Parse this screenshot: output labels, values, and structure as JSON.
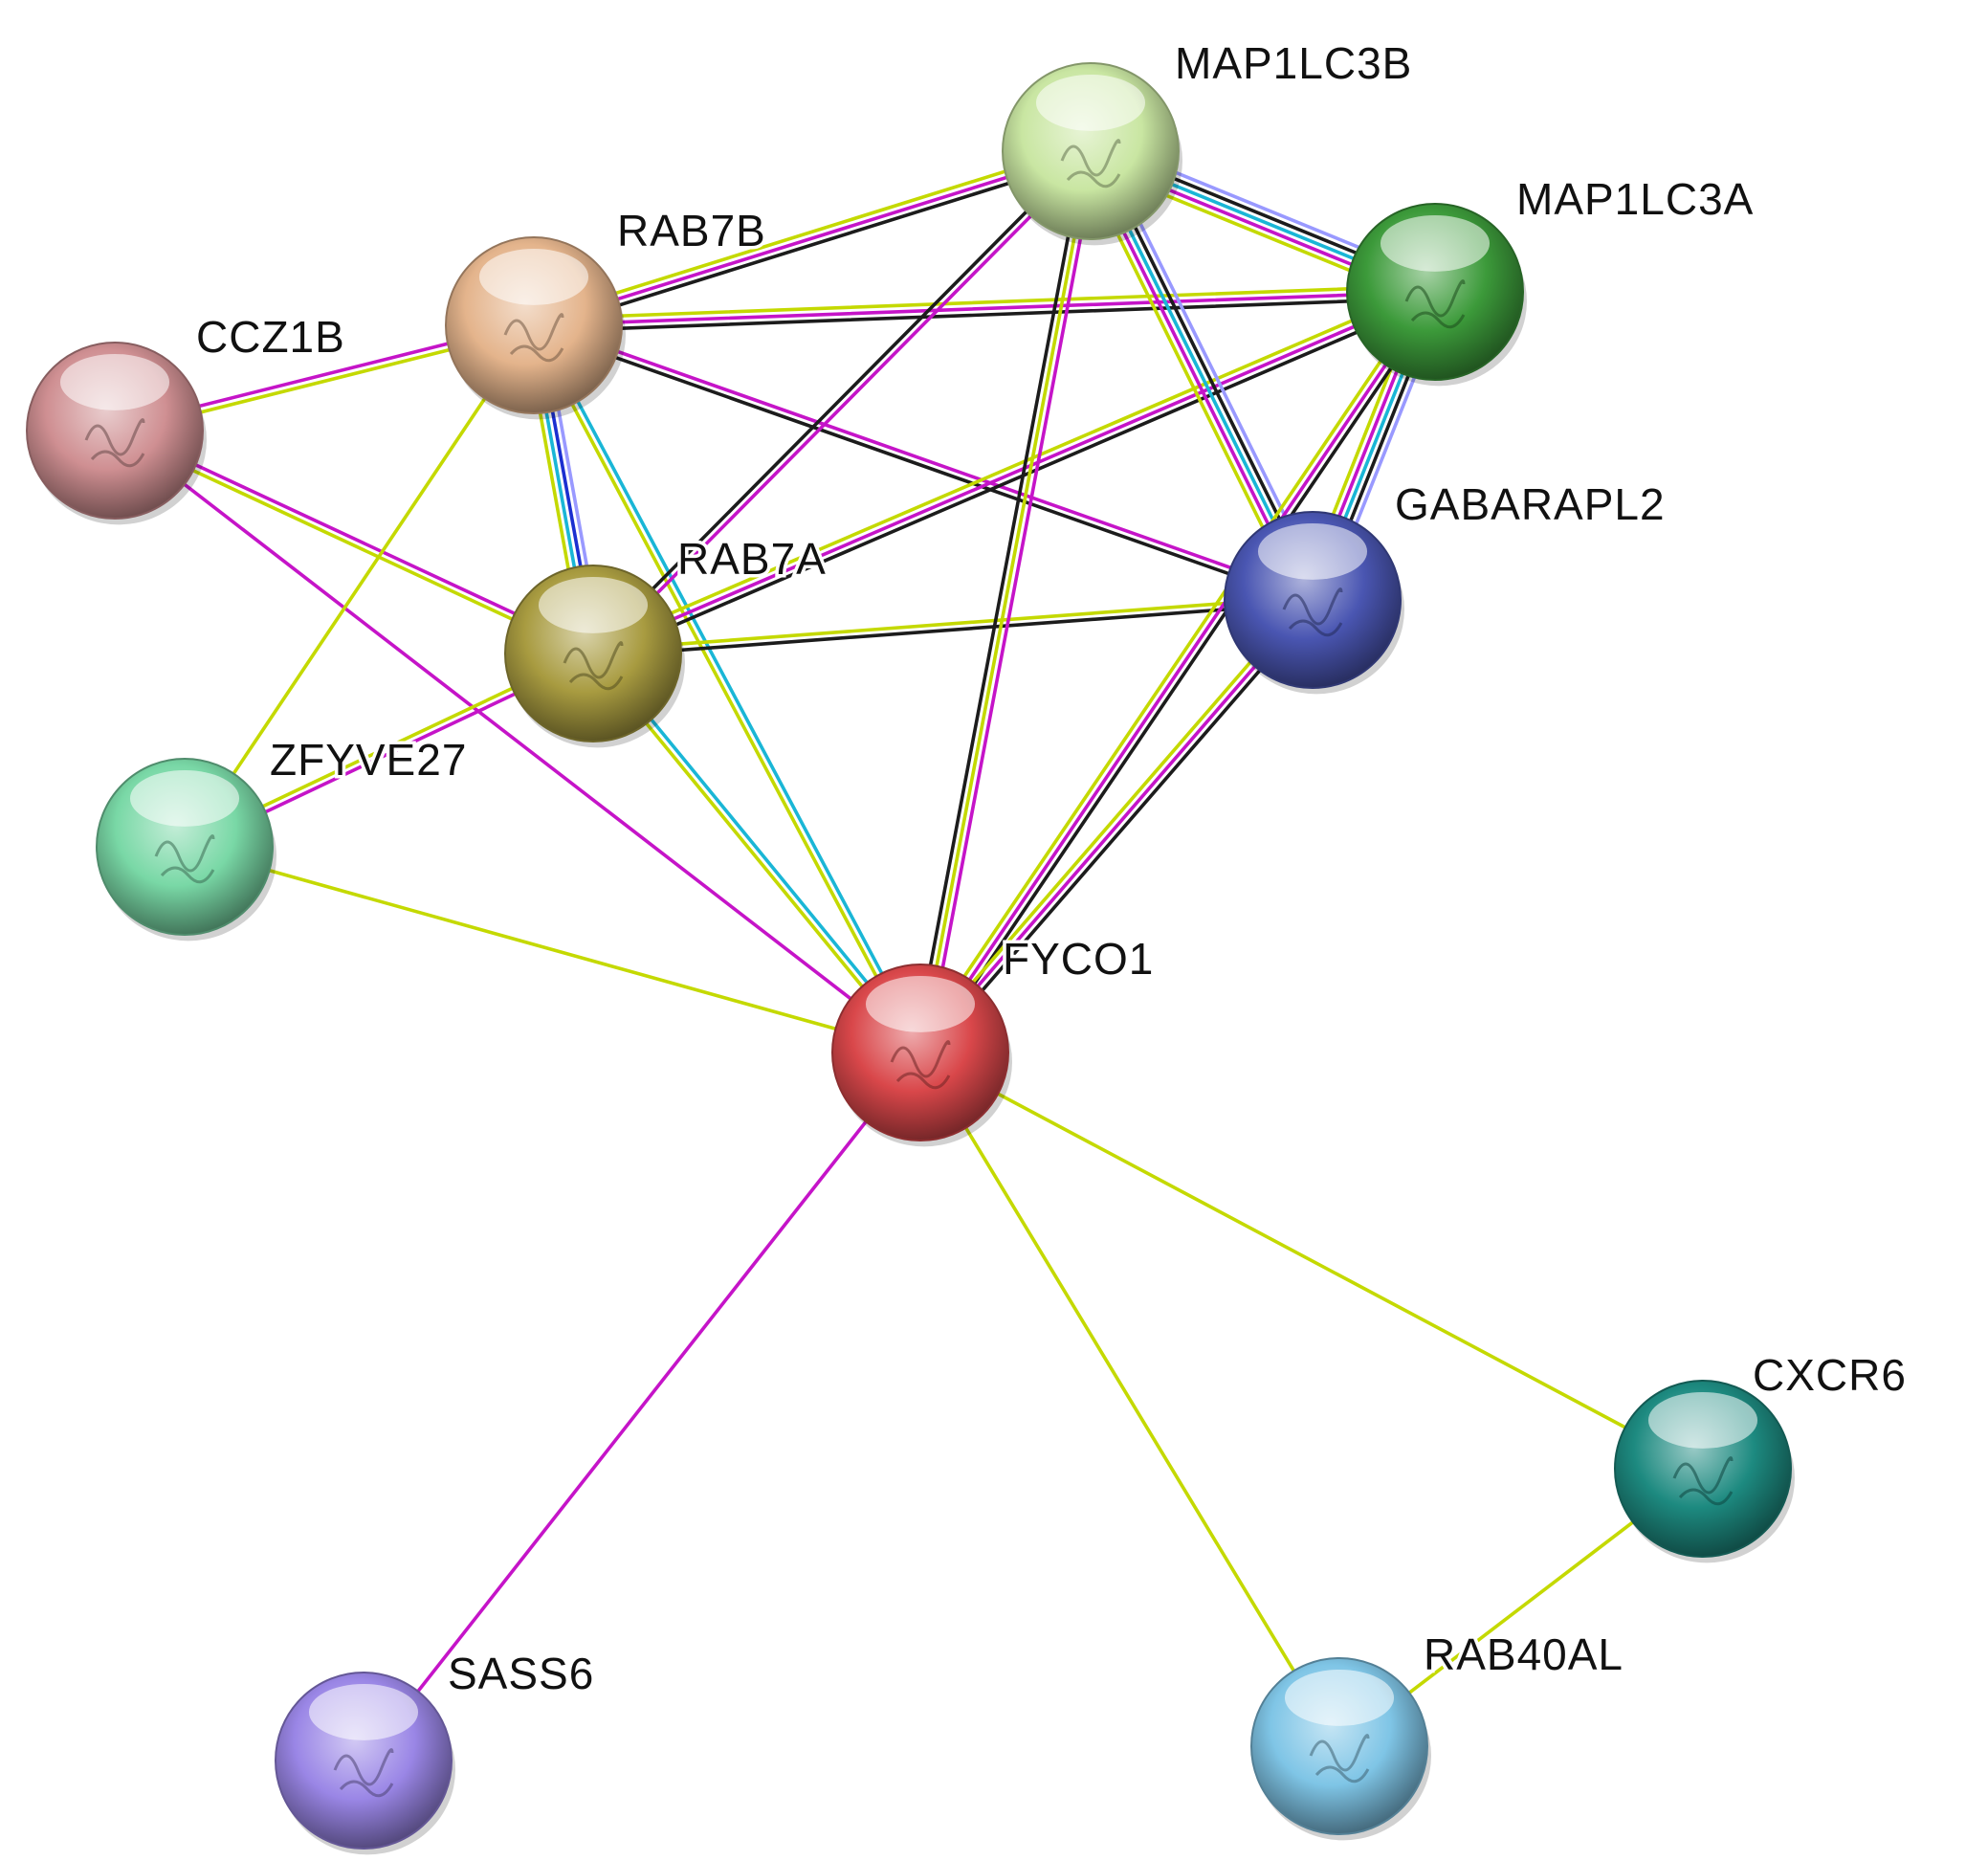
{
  "network": {
    "nodes": [
      {
        "id": "MAP1LC3B",
        "label": "MAP1LC3B",
        "color": "#c9e6a2"
      },
      {
        "id": "MAP1LC3A",
        "label": "MAP1LC3A",
        "color": "#3c9a3a"
      },
      {
        "id": "RAB7B",
        "label": "RAB7B",
        "color": "#e4b48c"
      },
      {
        "id": "CCZ1B",
        "label": "CCZ1B",
        "color": "#cf8f92"
      },
      {
        "id": "GABARAPL2",
        "label": "GABARAPL2",
        "color": "#4a56b2"
      },
      {
        "id": "RAB7A",
        "label": "RAB7A",
        "color": "#a89b40"
      },
      {
        "id": "ZFYVE27",
        "label": "ZFYVE27",
        "color": "#79d8a6"
      },
      {
        "id": "FYCO1",
        "label": "FYCO1",
        "color": "#d9474a"
      },
      {
        "id": "CXCR6",
        "label": "CXCR6",
        "color": "#1d8a80"
      },
      {
        "id": "SASS6",
        "label": "SASS6",
        "color": "#9a86e6"
      },
      {
        "id": "RAB40AL",
        "label": "RAB40AL",
        "color": "#7fc5e6"
      }
    ],
    "edge_colors": {
      "textmining": "#c4d900",
      "experiments": "#c514c8",
      "coexpression": "#1c1c1c",
      "database": "#1ab6d6",
      "homology": "#9999ff",
      "neighborhood": "#1b2fd0"
    },
    "edges": [
      {
        "source": "CCZ1B",
        "target": "RAB7B",
        "types": [
          "experiments",
          "textmining"
        ]
      },
      {
        "source": "CCZ1B",
        "target": "RAB7A",
        "types": [
          "experiments",
          "textmining"
        ]
      },
      {
        "source": "CCZ1B",
        "target": "FYCO1",
        "types": [
          "experiments"
        ]
      },
      {
        "source": "RAB7B",
        "target": "MAP1LC3B",
        "types": [
          "textmining",
          "experiments",
          "coexpression"
        ]
      },
      {
        "source": "RAB7B",
        "target": "MAP1LC3A",
        "types": [
          "textmining",
          "experiments",
          "coexpression"
        ]
      },
      {
        "source": "RAB7B",
        "target": "GABARAPL2",
        "types": [
          "experiments",
          "coexpression"
        ]
      },
      {
        "source": "RAB7B",
        "target": "RAB7A",
        "types": [
          "homology",
          "neighborhood",
          "database",
          "textmining"
        ]
      },
      {
        "source": "RAB7B",
        "target": "ZFYVE27",
        "types": [
          "textmining"
        ]
      },
      {
        "source": "RAB7B",
        "target": "FYCO1",
        "types": [
          "database",
          "textmining"
        ]
      },
      {
        "source": "RAB7A",
        "target": "MAP1LC3B",
        "types": [
          "coexpression",
          "experiments"
        ]
      },
      {
        "source": "RAB7A",
        "target": "MAP1LC3A",
        "types": [
          "textmining",
          "experiments",
          "coexpression"
        ]
      },
      {
        "source": "RAB7A",
        "target": "GABARAPL2",
        "types": [
          "textmining",
          "coexpression"
        ]
      },
      {
        "source": "RAB7A",
        "target": "ZFYVE27",
        "types": [
          "experiments",
          "textmining"
        ]
      },
      {
        "source": "RAB7A",
        "target": "FYCO1",
        "types": [
          "database",
          "textmining"
        ]
      },
      {
        "source": "MAP1LC3B",
        "target": "MAP1LC3A",
        "types": [
          "homology",
          "coexpression",
          "database",
          "experiments",
          "textmining"
        ]
      },
      {
        "source": "MAP1LC3B",
        "target": "GABARAPL2",
        "types": [
          "homology",
          "coexpression",
          "database",
          "experiments",
          "textmining"
        ]
      },
      {
        "source": "MAP1LC3B",
        "target": "FYCO1",
        "types": [
          "experiments",
          "textmining",
          "coexpression"
        ]
      },
      {
        "source": "MAP1LC3A",
        "target": "GABARAPL2",
        "types": [
          "homology",
          "coexpression",
          "database",
          "experiments",
          "textmining"
        ]
      },
      {
        "source": "MAP1LC3A",
        "target": "FYCO1",
        "types": [
          "coexpression",
          "experiments",
          "textmining"
        ]
      },
      {
        "source": "GABARAPL2",
        "target": "FYCO1",
        "types": [
          "coexpression",
          "experiments",
          "textmining"
        ]
      },
      {
        "source": "ZFYVE27",
        "target": "FYCO1",
        "types": [
          "textmining"
        ]
      },
      {
        "source": "FYCO1",
        "target": "CXCR6",
        "types": [
          "textmining"
        ]
      },
      {
        "source": "FYCO1",
        "target": "RAB40AL",
        "types": [
          "textmining"
        ]
      },
      {
        "source": "FYCO1",
        "target": "SASS6",
        "types": [
          "experiments"
        ]
      },
      {
        "source": "CXCR6",
        "target": "RAB40AL",
        "types": [
          "textmining"
        ]
      }
    ]
  }
}
